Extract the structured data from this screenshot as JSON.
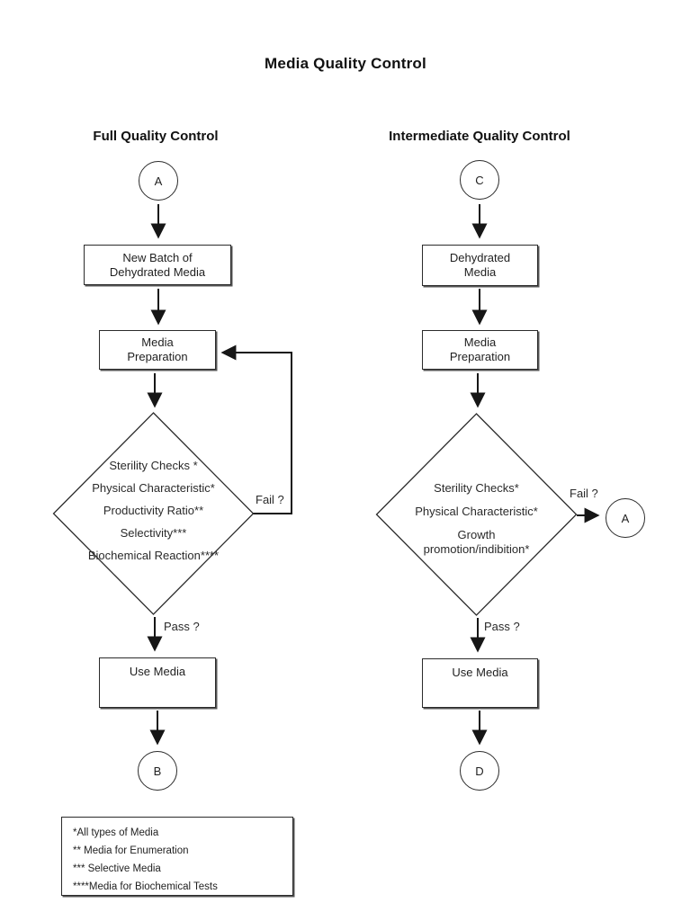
{
  "title": "Media Quality Control",
  "left": {
    "header": "Full Quality Control",
    "start_circle": "A",
    "end_circle": "B",
    "boxes": {
      "new_batch": "New Batch of\nDehydrated Media",
      "media_prep": "Media\nPreparation",
      "use_media": "Use Media"
    },
    "decision": [
      "Sterility Checks *",
      "Physical Characteristic*",
      "Productivity Ratio**",
      "Selectivity***",
      "Biochemical Reaction****"
    ],
    "fail_label": "Fail ?",
    "pass_label": "Pass ?"
  },
  "right": {
    "header": "Intermediate Quality Control",
    "start_circle": "C",
    "end_circle": "D",
    "fail_circle": "A",
    "boxes": {
      "dehydrated": "Dehydrated\nMedia",
      "media_prep": "Media\nPreparation",
      "use_media": "Use Media"
    },
    "decision": [
      "Sterility Checks*",
      "Physical Characteristic*",
      "Growth\npromotion/indibition*"
    ],
    "fail_label": "Fail ?",
    "pass_label": "Pass ?"
  },
  "footnotes": [
    "*All types of Media",
    "** Media for Enumeration",
    "*** Selective Media",
    "****Media for Biochemical Tests"
  ],
  "colors": {
    "ink": "#222222",
    "background": "#ffffff"
  }
}
